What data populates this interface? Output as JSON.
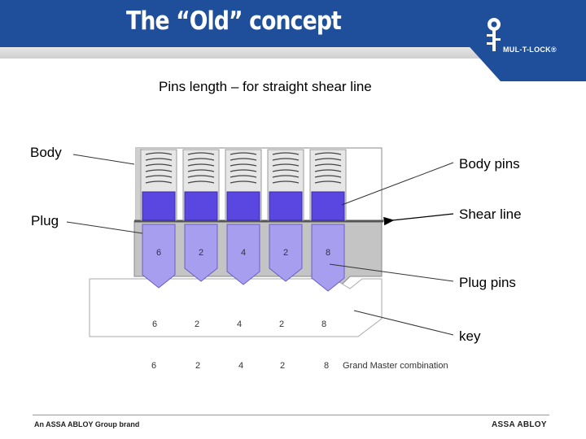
{
  "header": {
    "title": "The “Old” concept",
    "brand": "MUL-T-LOCK®"
  },
  "subtitle": "Pins length – for straight shear line",
  "labels": {
    "body": "Body",
    "plug": "Plug",
    "body_pins": "Body pins",
    "shear_line": "Shear line",
    "plug_pins": "Plug pins",
    "key": "key"
  },
  "pins": [
    "6",
    "2",
    "4",
    "2",
    "8"
  ],
  "key_cuts": [
    "6",
    "2",
    "4",
    "2",
    "8"
  ],
  "combination": {
    "values": [
      "6",
      "2",
      "4",
      "2",
      "8"
    ],
    "label": "Grand Master combination"
  },
  "footer": {
    "left": "An ASSA ABLOY Group brand",
    "right": "ASSA ABLOY"
  },
  "colors": {
    "header": "#1f4f9a",
    "body_pin": "#5a46e0",
    "plug_pin": "#a79ef0",
    "cylinder": "#b5b5b5"
  }
}
